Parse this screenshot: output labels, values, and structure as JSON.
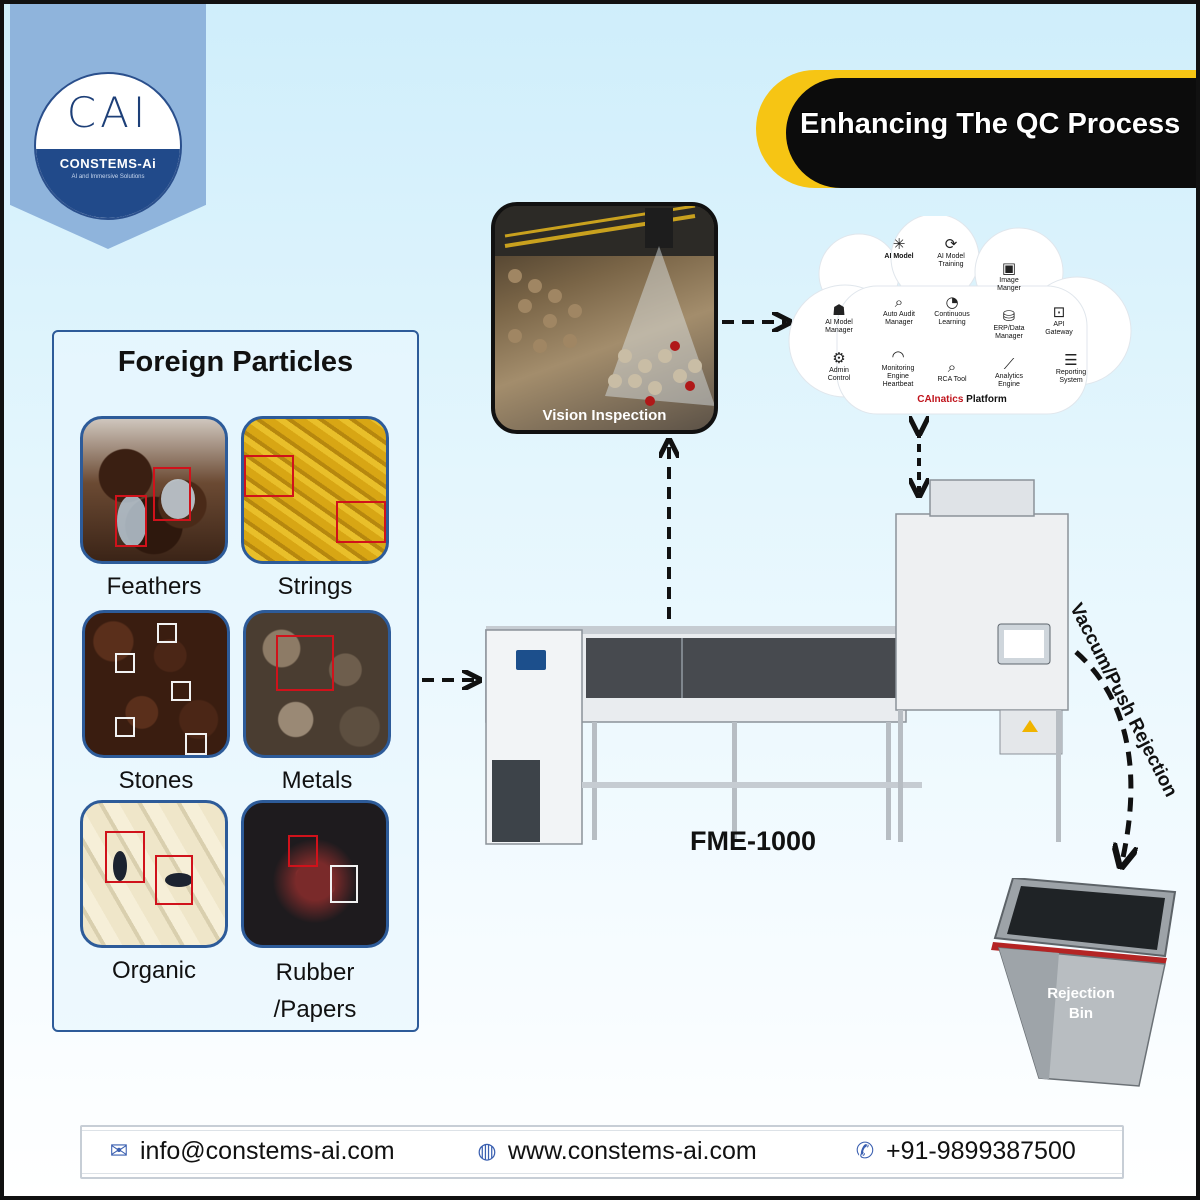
{
  "brand": {
    "logo_mark": "CAI",
    "name": "CONSTEMS-Ai",
    "tagline": "AI and Immersive Solutions"
  },
  "title": "Enhancing The QC Process",
  "foreign_particles": {
    "heading": "Foreign Particles",
    "items": [
      {
        "label": "Feathers"
      },
      {
        "label": "Strings"
      },
      {
        "label": "Stones"
      },
      {
        "label": "Metals"
      },
      {
        "label": "Organic"
      },
      {
        "label": "Rubber\n/Papers"
      }
    ]
  },
  "vision_inspection": {
    "label": "Vision Inspection"
  },
  "platform": {
    "name_red": "CAInatics",
    "name_rest": " Platform",
    "modules": [
      {
        "label": "AI Model",
        "icon": "network-icon"
      },
      {
        "label": "AI Model\nTraining",
        "icon": "training-icon"
      },
      {
        "label": "Image\nManger",
        "icon": "image-database-icon"
      },
      {
        "label": "AI Model\nManager",
        "icon": "robot-icon"
      },
      {
        "label": "Auto Audit\nManager",
        "icon": "audit-search-icon"
      },
      {
        "label": "Continuous\nLearning",
        "icon": "cycle-icon"
      },
      {
        "label": "ERP/Data\nManager",
        "icon": "database-icon"
      },
      {
        "label": "API\nGateway",
        "icon": "api-lock-icon"
      },
      {
        "label": "Admin\nControl",
        "icon": "admin-gear-icon"
      },
      {
        "label": "Monitoring\nEngine\nHeartbeat",
        "icon": "gauge-icon"
      },
      {
        "label": "RCA Tool",
        "icon": "rca-search-icon"
      },
      {
        "label": "Analytics\nEngine",
        "icon": "chart-line-icon"
      },
      {
        "label": "Reporting\nSystem",
        "icon": "report-icon"
      }
    ]
  },
  "machine": {
    "label": "FME-1000"
  },
  "rejection": {
    "path_label": "Vaccum/Push Rejection",
    "bin_label": "Rejection\nBin"
  },
  "footer": {
    "email": "info@constems-ai.com",
    "website": "www.constems-ai.com",
    "phone": "+91-9899387500"
  },
  "colors": {
    "accent_blue": "#2d5b99",
    "banner_black": "#0c0c0c",
    "banner_yellow": "#f6c514",
    "detection_red": "#d0121b",
    "platform_red": "#c0141c"
  }
}
